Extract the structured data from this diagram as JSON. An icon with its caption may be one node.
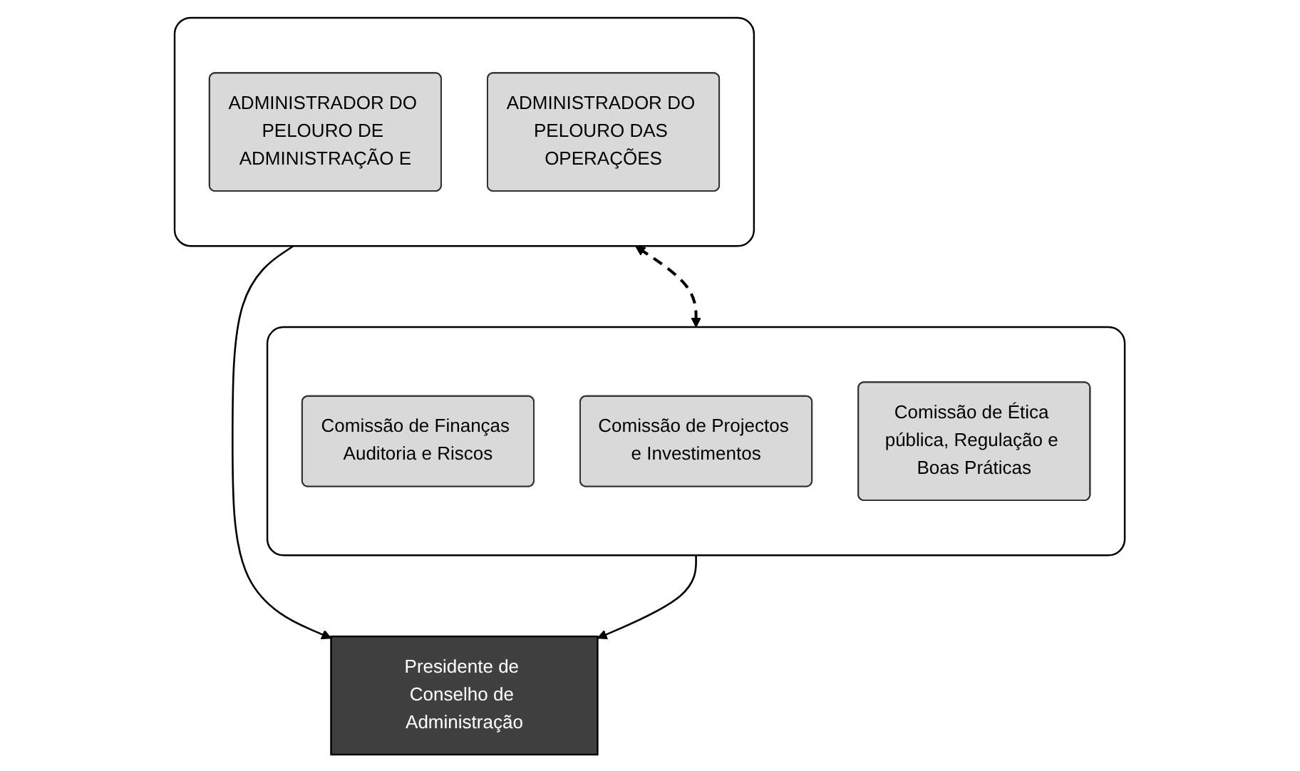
{
  "diagram": {
    "nodes": [
      {
        "text": [],
        "shape": "box"
      },
      {
        "text": [
          "ADMINISTRADOR DO PELOURO DE ADMINISTRAÇÃO E"
        ],
        "in": 0
      },
      {
        "text": [
          "ADMINISTRADOR DO PELOURO DAS OPERAÇÕES"
        ],
        "in": 0
      },
      {
        "text": [
          "Presidente de Conselho de Administração"
        ]
      },
      {
        "text": [],
        "shape": "box"
      },
      {
        "text": [
          "Comissão de Finanças Auditoria e Riscos"
        ],
        "in": 4
      },
      {
        "text": [
          "Comissão de Projectos e Investimentos"
        ],
        "in": 4
      },
      {
        "text": [
          "Comissão de Ética pública, Regulação e Boas Práticas"
        ],
        "in": 4
      }
    ],
    "edges": [
      {
        "from": 0,
        "to": 3,
        "arrow": "to"
      },
      {
        "from": 4,
        "to": 3,
        "arrow": "to"
      },
      {
        "from": 0,
        "to": 4,
        "arrow": "both",
        "style": "dashed"
      }
    ]
  }
}
